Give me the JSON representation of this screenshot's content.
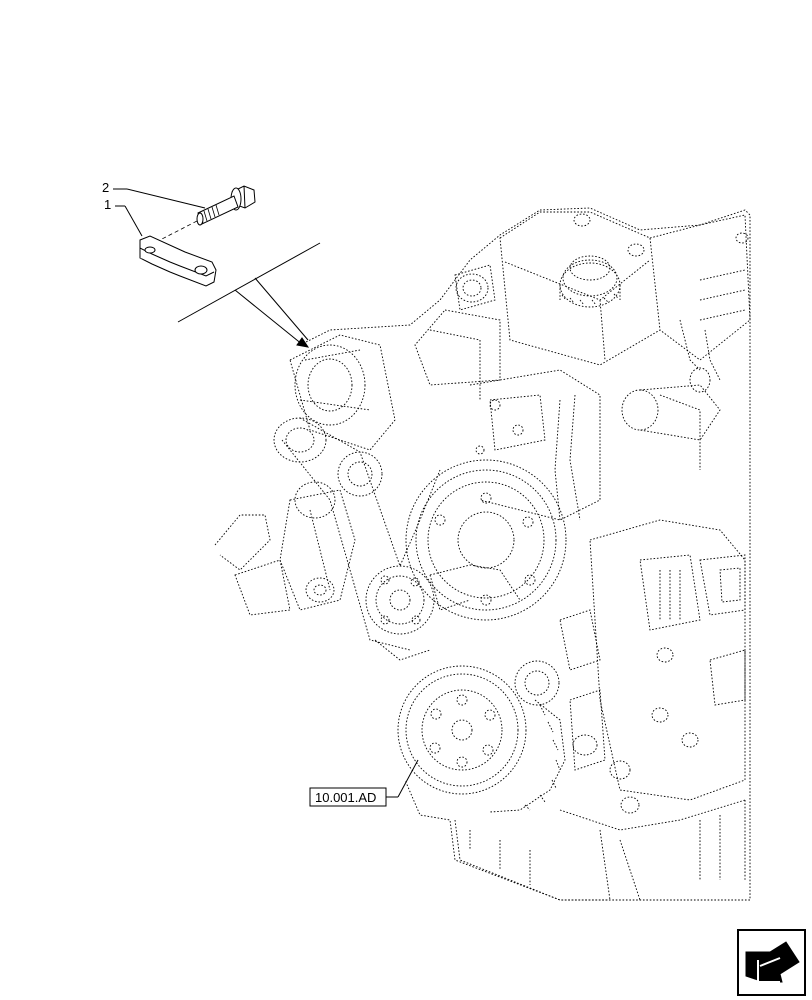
{
  "callouts": [
    {
      "number": "2",
      "part": "bolt"
    },
    {
      "number": "1",
      "part": "bracket"
    }
  ],
  "reference": {
    "text": "10.001.AD"
  },
  "nav_icon": {
    "name": "arrow-icon"
  }
}
